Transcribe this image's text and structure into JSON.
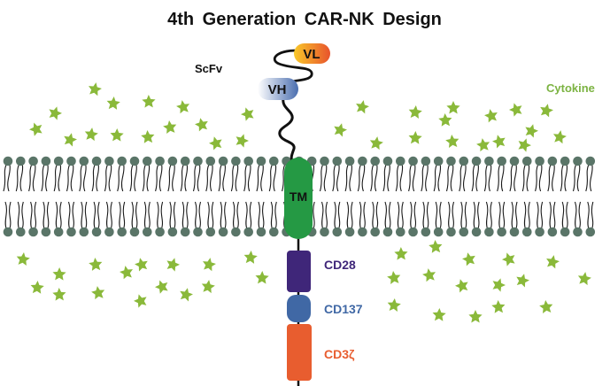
{
  "title": "4th  Generation  CAR-NK  Design",
  "labels": {
    "scfv": "ScFv",
    "vl": "VL",
    "vh": "VH",
    "tm": "TM",
    "cd28": "CD28",
    "cd137": "CD137",
    "cd3z": "CD3ζ",
    "cytokine": "Cytokine"
  },
  "colors": {
    "star": "#8ab93a",
    "lipid_head": "#5a7568",
    "tm": "#259944",
    "cd28": "#3f2679",
    "cd137": "#4068a5",
    "cd3z": "#e85d2f",
    "vl_start": "#f9c82a",
    "vl_end": "#e8532c",
    "vh_start": "#ffffff",
    "vh_end": "#4a6eaf",
    "cytokine_text": "#7cb342",
    "cd28_text": "#3f2679",
    "cd137_text": "#4068a5",
    "cd3z_text": "#e85d2f"
  },
  "icons": {
    "cytokine": "star-icon",
    "lipid": "phospholipid-icon"
  }
}
